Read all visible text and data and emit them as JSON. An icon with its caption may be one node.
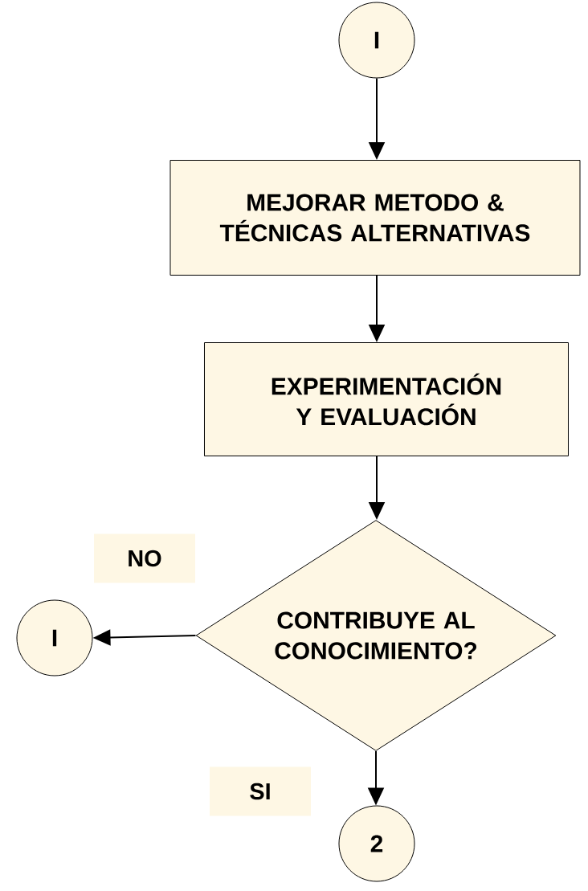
{
  "diagram": {
    "nodes": [
      {
        "text": [
          "I"
        ]
      },
      {
        "text": [
          "MEJORAR METODO & TÉCNICAS ALTERNATIVAS"
        ]
      },
      {
        "text": [
          "EXPERIMENTACIÓN Y EVALUACIÓN"
        ]
      },
      {
        "text": [
          "CONTRIBUYE AL CONOCIMIENTO?"
        ]
      },
      {
        "text": [
          "I"
        ]
      },
      {
        "text": [
          "2"
        ]
      }
    ],
    "edges": [
      {
        "from": 0,
        "to": 1,
        "arrow": "to"
      },
      {
        "from": 1,
        "to": 2,
        "arrow": "to"
      },
      {
        "from": 2,
        "to": 3,
        "arrow": "to"
      },
      {
        "from": 3,
        "to": 4,
        "arrow": "to",
        "label": "NO"
      },
      {
        "from": 3,
        "to": 5,
        "arrow": "to",
        "label": "SI"
      }
    ]
  }
}
